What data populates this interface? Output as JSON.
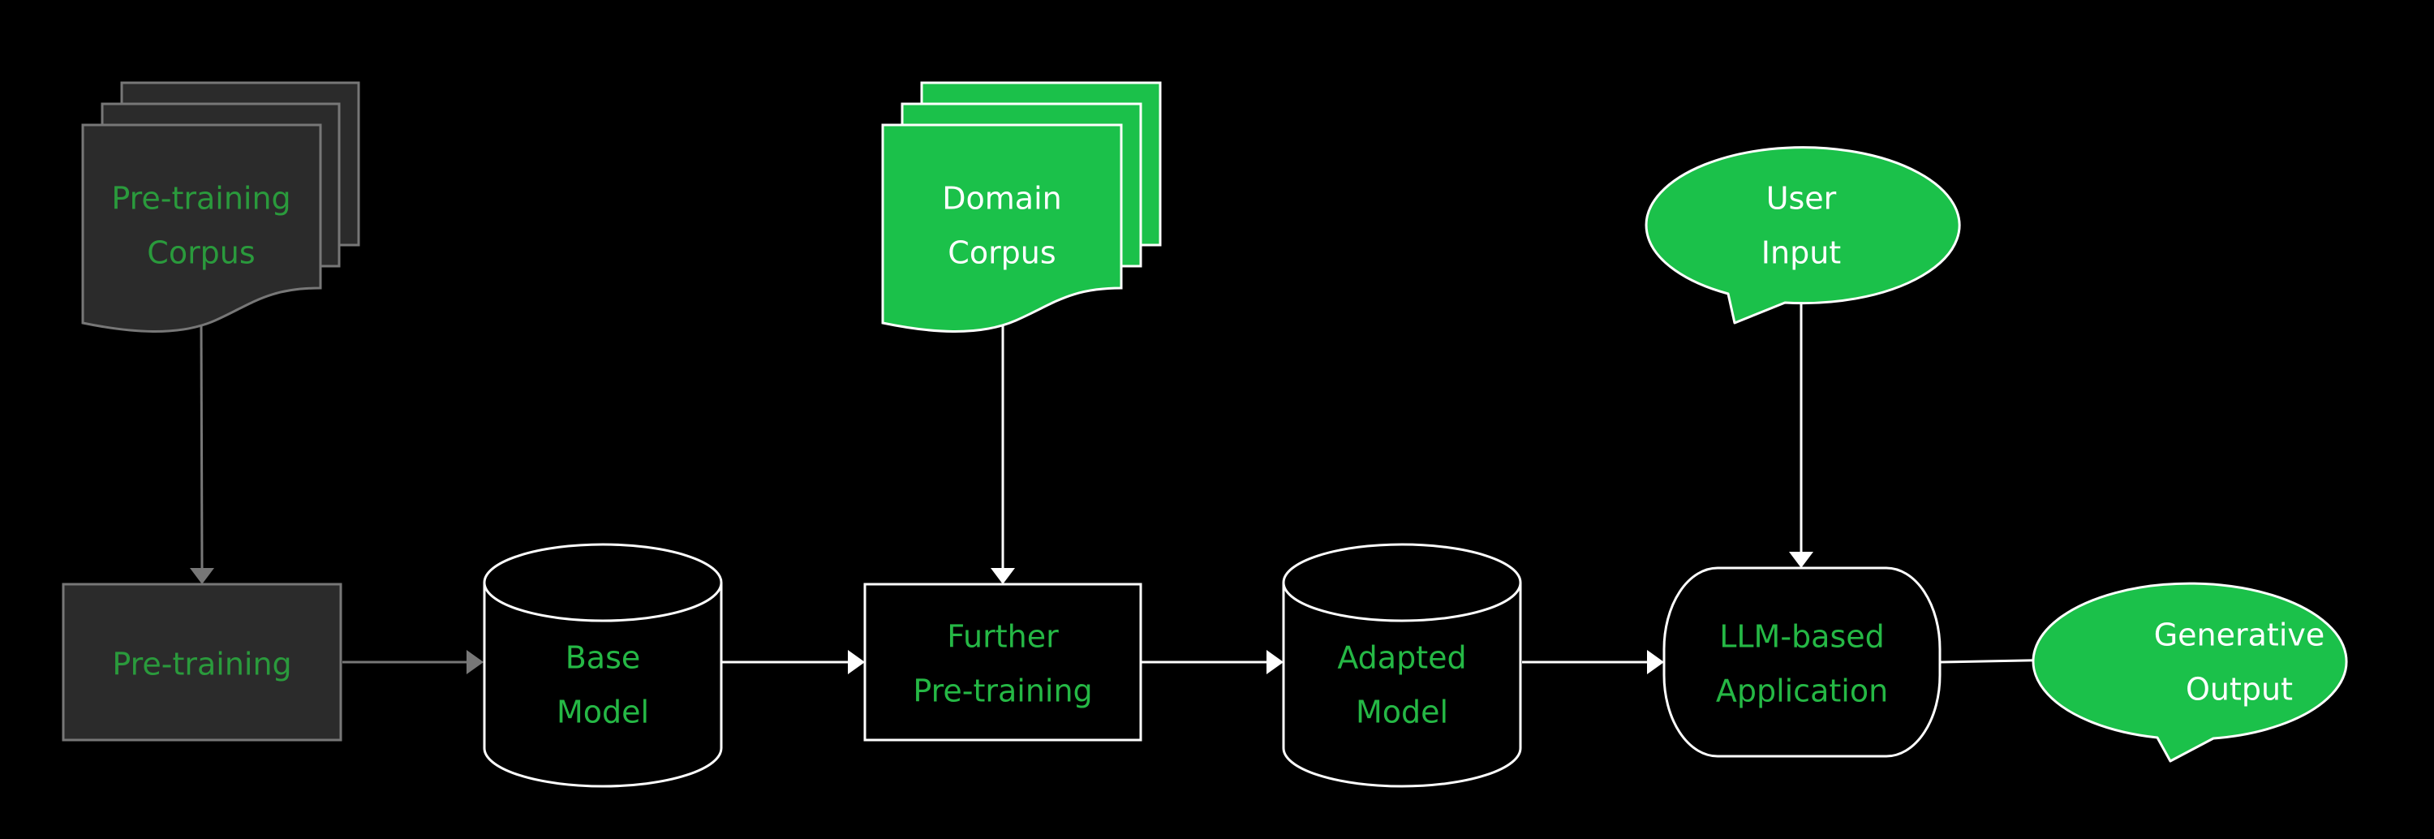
{
  "colors": {
    "background": "#000000",
    "green": "#1bc14a",
    "green_text": "#25b845",
    "dim_text": "#2a9a3c",
    "dim_fill": "#2b2b2b",
    "dim_stroke": "#777777",
    "white": "#ffffff"
  },
  "nodes": {
    "pretraining_corpus": {
      "line1": "Pre-training",
      "line2": "Corpus",
      "shape": "multi-document",
      "style": "dimmed"
    },
    "domain_corpus": {
      "line1": "Domain",
      "line2": "Corpus",
      "shape": "multi-document",
      "style": "highlighted"
    },
    "user_input": {
      "line1": "User",
      "line2": "Input",
      "shape": "speech-bubble",
      "style": "highlighted"
    },
    "pretraining": {
      "label": "Pre-training",
      "shape": "rectangle",
      "style": "dimmed"
    },
    "base_model": {
      "line1": "Base",
      "line2": "Model",
      "shape": "cylinder"
    },
    "further_pretraining": {
      "line1": "Further",
      "line2": "Pre-training",
      "shape": "rectangle"
    },
    "adapted_model": {
      "line1": "Adapted",
      "line2": "Model",
      "shape": "cylinder"
    },
    "llm_application": {
      "line1": "LLM-based",
      "line2": "Application",
      "shape": "rounded-rectangle"
    },
    "generative_output": {
      "line1": "Generative",
      "line2": "Output",
      "shape": "speech-bubble",
      "style": "highlighted"
    }
  },
  "edges": [
    {
      "from": "Pre-training Corpus",
      "to": "Pre-training"
    },
    {
      "from": "Pre-training",
      "to": "Base Model"
    },
    {
      "from": "Base Model",
      "to": "Further Pre-training"
    },
    {
      "from": "Domain Corpus",
      "to": "Further Pre-training"
    },
    {
      "from": "Further Pre-training",
      "to": "Adapted Model"
    },
    {
      "from": "Adapted Model",
      "to": "LLM-based Application"
    },
    {
      "from": "User Input",
      "to": "LLM-based Application"
    },
    {
      "from": "LLM-based Application",
      "to": "Generative Output"
    }
  ]
}
